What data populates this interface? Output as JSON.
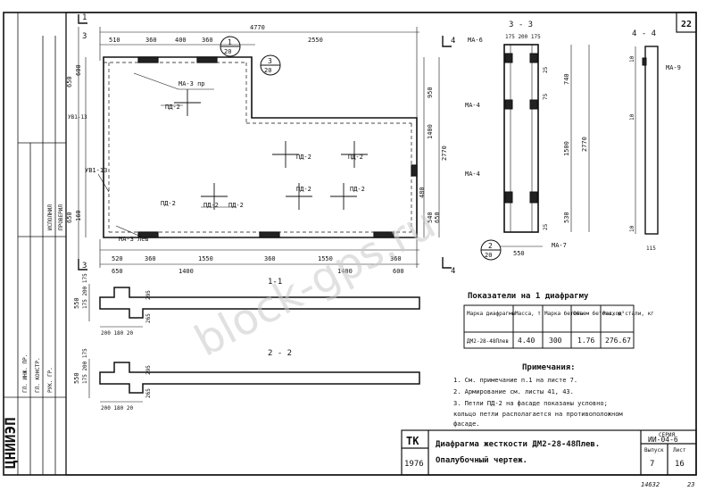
{
  "sheet": {
    "page_number": "22",
    "footer_left": "14632",
    "footer_right": "23"
  },
  "watermark": "block-gps.ru",
  "plan": {
    "overall_width": "4770",
    "seg_510": "510",
    "seg_360a": "360",
    "seg_400": "400",
    "seg_360b": "360",
    "seg_2550": "2550",
    "left_650": "650",
    "left_600": "600",
    "left_650b": "650",
    "left_160": "160",
    "right_950": "950",
    "right_2770": "2770",
    "right_1400": "1400",
    "right_540": "540",
    "right_480": "480",
    "right_650": "650",
    "bot_520": "520",
    "bot_360a": "360",
    "bot_1550a": "1550",
    "bot_360b": "360",
    "bot_1550b": "1550",
    "bot_360c": "360",
    "bot2_650": "650",
    "bot2_1400a": "1400",
    "bot2_1400b": "1400",
    "bot2_600": "600",
    "mark_ma3a": "МА-3 пр",
    "mark_ma3b": "МА-3 лев",
    "mark_vp13a": "УВ1-13",
    "mark_vp13b": "УВ1-13",
    "mark_pd2": "ПД-2",
    "callout1_num": "1",
    "callout1_den": "20",
    "callout3_num": "3",
    "callout3_den": "20",
    "callout2_num": "2",
    "callout2_den": "20",
    "cut_3": "3",
    "cut_4": "4",
    "cut_1": "1"
  },
  "section33": {
    "title": "3 - 3",
    "dim_top": "175 200 175",
    "ma6": "МА-6",
    "ma4a": "МА-4",
    "ma4b": "МА-4",
    "ma7": "МА-7",
    "d740": "740",
    "d1500": "1500",
    "d530": "530",
    "d2770": "2770",
    "d550": "550",
    "d75": "75",
    "d25a": "25",
    "d25b": "25"
  },
  "section44": {
    "title": "4 - 4",
    "ma9": "МА-9",
    "d10a": "10",
    "d10b": "10",
    "d10c": "10",
    "d115": "115"
  },
  "section11": {
    "title": "1-1",
    "d550": "550",
    "d295": "295",
    "d265": "265",
    "d_stack": "175 200 175",
    "d_bot": "200 180 20"
  },
  "section22": {
    "title": "2 - 2",
    "d550": "550",
    "d295": "295",
    "d265": "265",
    "d_stack": "175 200 175",
    "d_bot": "200 180 20"
  },
  "indicators": {
    "heading": "Показатели  на  1 диафрагму",
    "columns": [
      "Марка диафрагмы",
      "Масса, т",
      "Марка бетона",
      "Объем бетона, м³",
      "Расход стали, кг"
    ],
    "row": [
      "ДМ2-28-48Плев",
      "4.40",
      "300",
      "1.76",
      "276.67"
    ]
  },
  "notes": {
    "heading": "Примечания:",
    "items": [
      "1. См. примечание п.1  на листе 7.",
      "2. Армирование   см.  листы 41, 43.",
      "3. Петли  ПД-2  на фасаде  показаны  условно;",
      "    кольцо петли располагается на противоположном",
      "    фасаде."
    ]
  },
  "title_block": {
    "tk": "ТК",
    "year": "1976",
    "name_line1": "Диафрагма  жесткости  ДМ2-28-48Плев.",
    "name_line2": "Опалубочный  чертеж.",
    "series_label": "СЕРИЯ",
    "series": "ИИ-04-6",
    "issue_label": "Выпуск",
    "issue": "7",
    "sheet_label": "Лист",
    "sheet": "16",
    "org": "ЦНИИЭП",
    "side_labels": [
      "ГЛ. ИНЖ. ПР.",
      "ГЛ. КОНСТР.",
      "РУК. ГР.",
      "ИСПОЛНИЛ",
      "ПРОВЕРИЛ"
    ]
  }
}
